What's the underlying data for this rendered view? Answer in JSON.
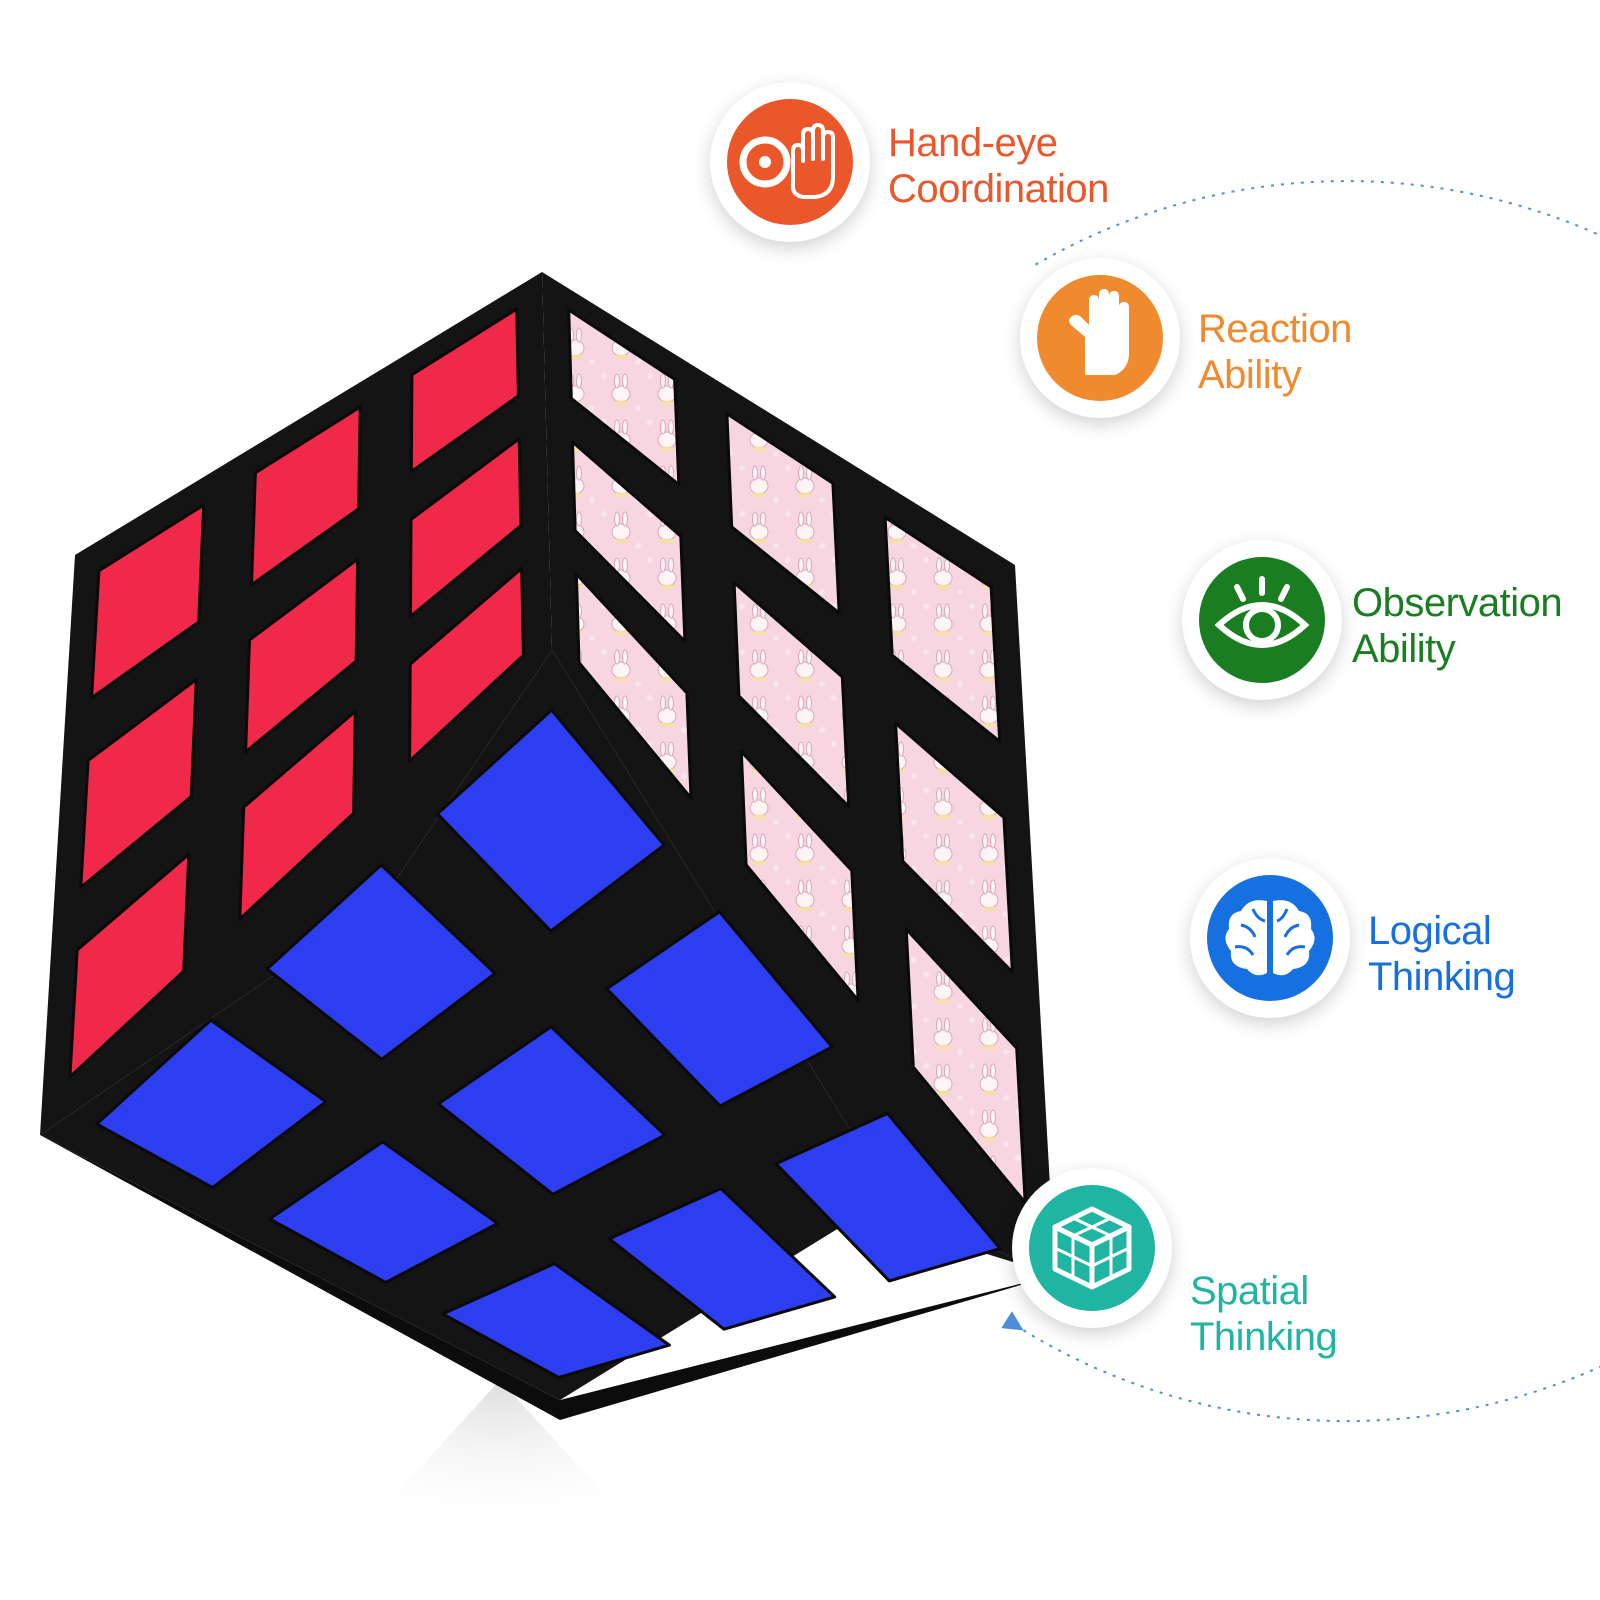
{
  "colors": {
    "background": "#ffffff",
    "orbit": "#4a8fd8",
    "cube_body": "#141414",
    "red_sticker": "#f0294a",
    "pink_sticker": "#f7d6e2",
    "blue_sticker": "#2d3df0"
  },
  "features": [
    {
      "id": "hand-eye",
      "line1": "Hand-eye",
      "line2": "Coordination",
      "color": "#e9572b",
      "icon": "eye-hand-icon"
    },
    {
      "id": "reaction",
      "line1": "Reaction",
      "line2": "Ability",
      "color": "#ef8a2f",
      "icon": "hand-icon"
    },
    {
      "id": "observation",
      "line1": "Observation",
      "line2": "Ability",
      "color": "#1a7d22",
      "icon": "eye-icon"
    },
    {
      "id": "logical",
      "line1": "Logical",
      "line2": "Thinking",
      "color": "#1670e0",
      "icon": "brain-icon"
    },
    {
      "id": "spatial",
      "line1": "Spatial",
      "line2": "Thinking",
      "color": "#1fb5a2",
      "icon": "cube-icon"
    }
  ]
}
